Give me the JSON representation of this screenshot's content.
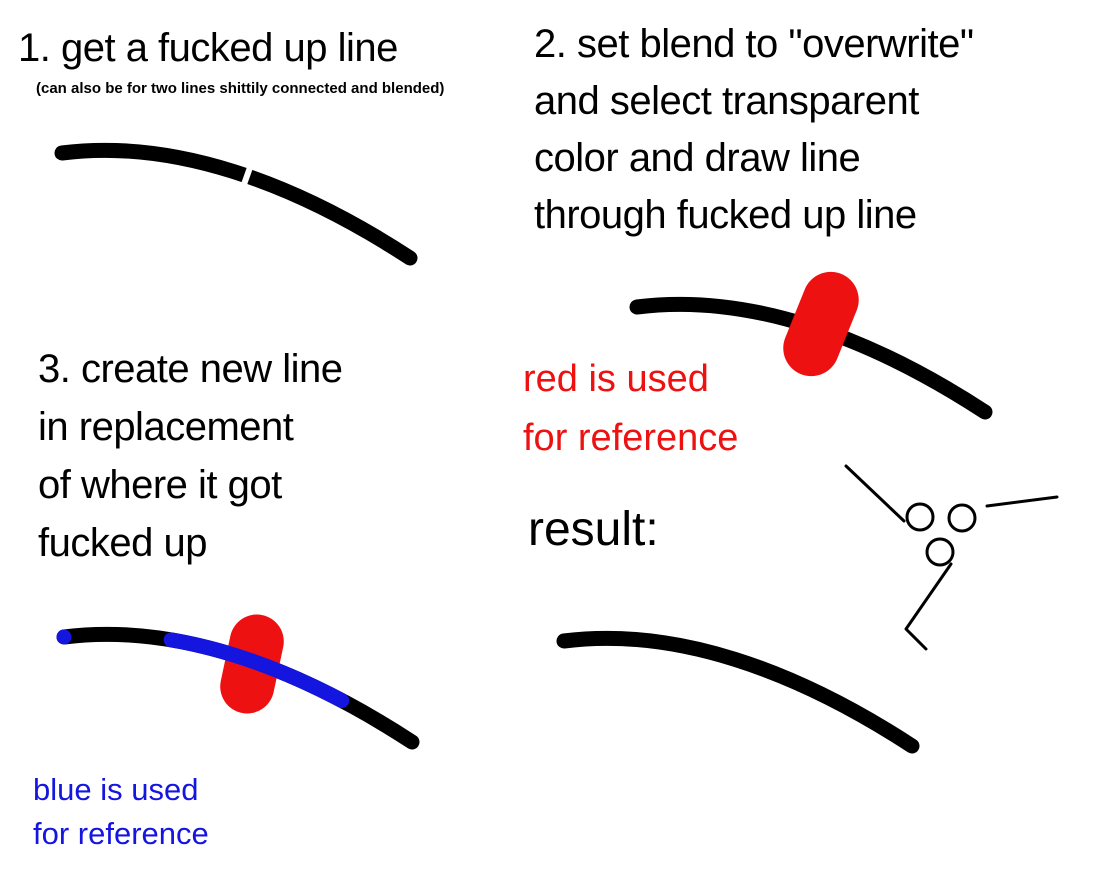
{
  "colors": {
    "ink": "#000000",
    "red": "#ee1111",
    "blue": "#1515e0",
    "paper": "#ffffff"
  },
  "step1": {
    "title": "1. get a fucked up line",
    "subtitle": "(can also be for two lines shittily connected and blended)"
  },
  "step2": {
    "title_lines": [
      "2. set blend to \"overwrite\"",
      "and select transparent",
      "color and draw line",
      "through fucked up line"
    ],
    "note_lines": [
      "red is used",
      "for reference"
    ]
  },
  "step3": {
    "title_lines": [
      "3. create new line",
      "in replacement",
      "of where it got",
      "fucked up"
    ],
    "note_lines": [
      "blue is used",
      "for reference"
    ]
  },
  "result": {
    "label": "result:"
  }
}
